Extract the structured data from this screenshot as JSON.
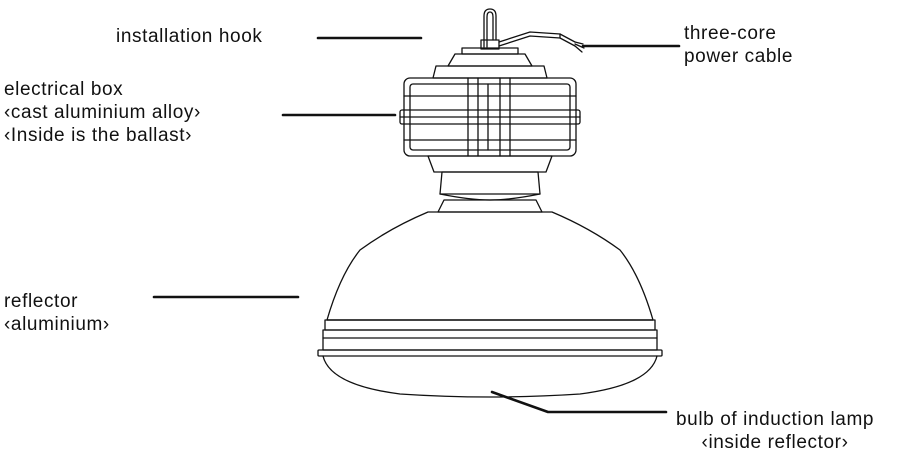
{
  "labels": {
    "hook": "installation hook",
    "cable_line1": "three-core",
    "cable_line2": "power cable",
    "box_line1": "electrical box",
    "box_line2": "‹cast aluminium alloy›",
    "box_line3": "‹Inside is the ballast›",
    "reflector_line1": "reflector",
    "reflector_line2": "‹aluminium›",
    "bulb_line1": "bulb of induction lamp",
    "bulb_line2": "‹inside reflector›"
  },
  "colors": {
    "ink": "#111111",
    "background": "#ffffff"
  }
}
